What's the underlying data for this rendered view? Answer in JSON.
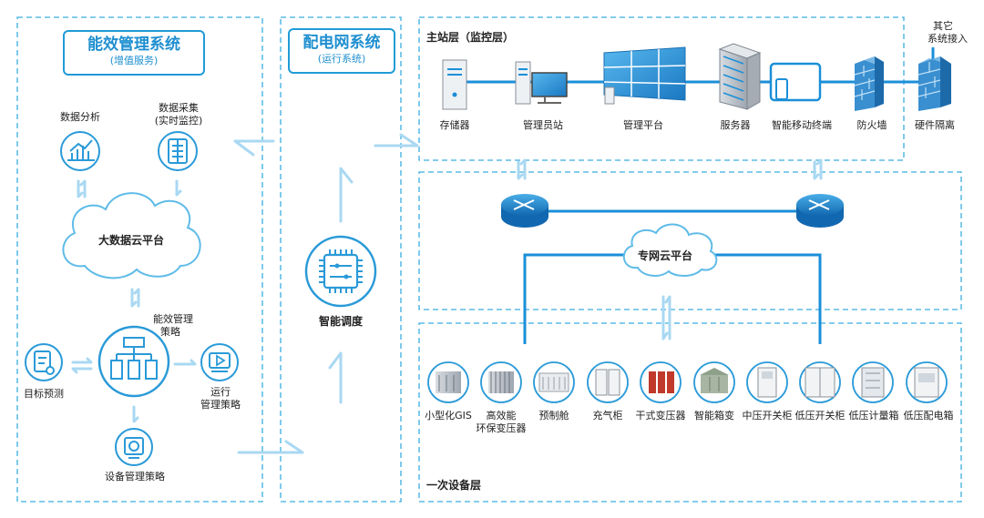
{
  "colors": {
    "accent": "#1f9bd7",
    "line_blue": "#1a8fd8",
    "arrow_light": "#a9d8f2",
    "dash": "#3aaee0",
    "transformer_red": "#c0392b",
    "router_blue": "#1c7fc4"
  },
  "energy_system": {
    "title": "能效管理系统",
    "subtitle": "(增值服务)",
    "data_analysis": "数据分析",
    "data_collection": [
      "数据采集",
      "(实时监控)"
    ],
    "bigdata_cloud": "大数据云平台",
    "strategy": [
      "能效管理",
      "策略"
    ],
    "target_forecast": "目标预测",
    "operation": [
      "运行",
      "管理策略"
    ],
    "device_strategy": "设备管理策略",
    "icons": [
      "chart-icon",
      "document-icon",
      "server-rack-icon",
      "report-icon",
      "play-icon",
      "equipment-icon"
    ]
  },
  "distribution_system": {
    "title": "配电网系统",
    "subtitle": "(运行系统)",
    "smart_dispatch": "智能调度",
    "icons": [
      "chip-icon"
    ]
  },
  "master_station": {
    "title": "主站层（监控层）",
    "other_access": [
      "其它",
      "系统接入"
    ],
    "items": [
      "存储器",
      "管理员站",
      "管理平台",
      "服务器",
      "智能移动终端",
      "防火墙",
      "硬件隔离"
    ]
  },
  "network": {
    "cloud": "专网云平台",
    "icons": [
      "router-icon",
      "router-icon"
    ]
  },
  "primary_layer": {
    "title": "一次设备层",
    "items": [
      [
        "小型化GIS"
      ],
      [
        "高效能",
        "环保变压器"
      ],
      [
        "预制舱"
      ],
      [
        "充气柜"
      ],
      [
        "干式变压器"
      ],
      [
        "智能箱变"
      ],
      [
        "中压开关柜"
      ],
      [
        "低压开关柜"
      ],
      [
        "低压计量箱"
      ],
      [
        "低压配电箱"
      ]
    ]
  }
}
